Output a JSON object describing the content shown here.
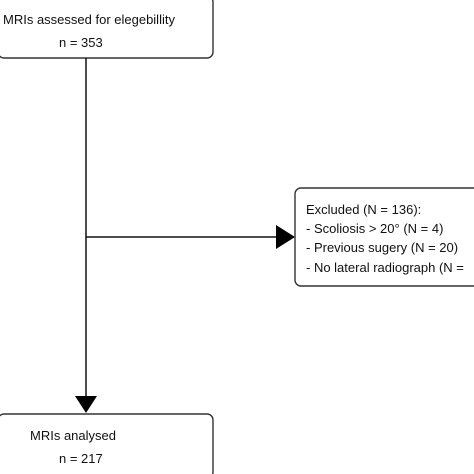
{
  "flowchart": {
    "top_box": {
      "line1": "MRIs assessed for elegebillity",
      "line2": "n = 353"
    },
    "excluded_box": {
      "title": "Excluded (N = 136):",
      "items": [
        "- Scoliosis > 20° (N = 4)",
        "- Previous sugery (N = 20)",
        "- No lateral radiograph (N ="
      ]
    },
    "bottom_box": {
      "line1": "MRIs analysed",
      "line2": "n = 217"
    }
  }
}
